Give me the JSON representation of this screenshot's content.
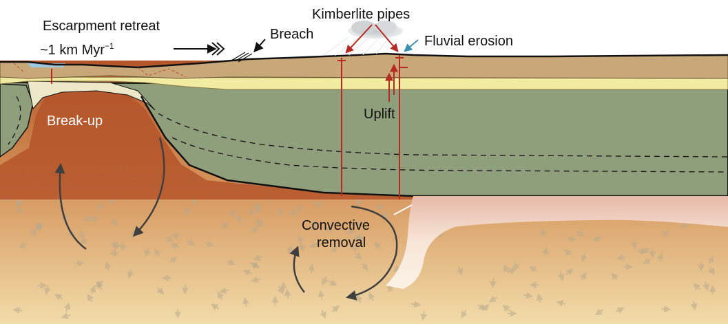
{
  "labels": {
    "escarpment_line1": "Escarpment retreat",
    "escarpment_line2_main": "~1 km Myr",
    "escarpment_line2_sup": "−1",
    "breach": "Breach",
    "kimberlite": "Kimberlite pipes",
    "fluvial": "Fluvial erosion",
    "uplift": "Uplift",
    "breakup": "Break-up",
    "convective_line1": "Convective",
    "convective_line2": "removal"
  },
  "colors": {
    "mantle_top": "#b4552a",
    "mantle_mid": "#d69a5e",
    "mantle_bottom": "#f1d9a6",
    "lithosphere": "#8f9f7c",
    "crust_upper": "#c8a878",
    "crust_yellow": "#f2eca3",
    "crust_pale": "#ece8c8",
    "kimberlite": "#b52a22",
    "fluvial_arrow": "#3d8fb0",
    "flow_arrow": "#3f3f3f",
    "sea": "#9ec7dc"
  }
}
